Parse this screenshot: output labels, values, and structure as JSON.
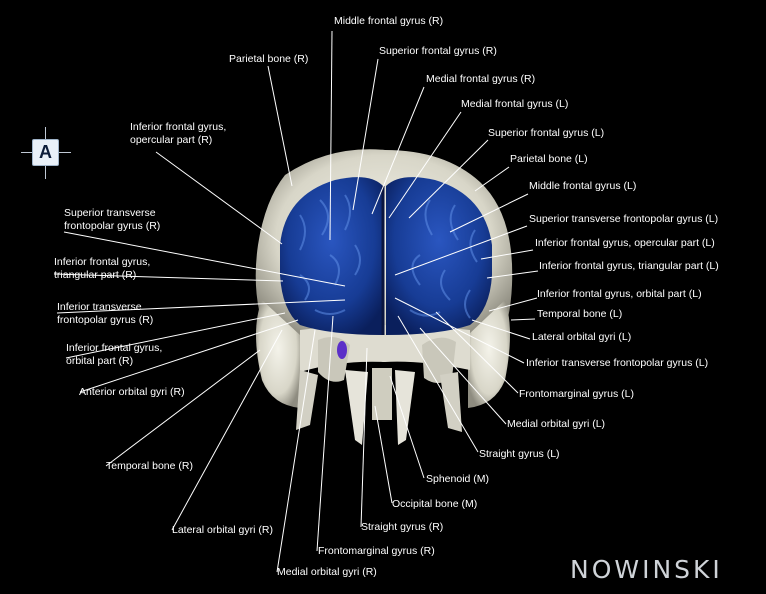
{
  "orientation": {
    "letter": "A"
  },
  "brand": {
    "name": "NOWINSKI"
  },
  "labels": {
    "middle_frontal_r": "Middle frontal gyrus (R)",
    "superior_frontal_r": "Superior frontal gyrus (R)",
    "parietal_r": "Parietal bone (R)",
    "medial_frontal_r": "Medial frontal gyrus (R)",
    "medial_frontal_l": "Medial frontal gyrus (L)",
    "inferior_frontal_opercular_r": "Inferior frontal gyrus,\nopercular part (R)",
    "superior_frontal_l": "Superior frontal gyrus (L)",
    "parietal_l": "Parietal bone (L)",
    "middle_frontal_l": "Middle frontal gyrus (L)",
    "superior_transverse_r": "Superior transverse\nfrontopolar gyrus (R)",
    "superior_transverse_l": "Superior transverse frontopolar gyrus (L)",
    "inferior_frontal_opercular_l": "Inferior frontal gyrus, opercular part (L)",
    "inferior_frontal_triangular_r": "Inferior frontal gyrus,\ntriangular part (R)",
    "inferior_frontal_triangular_l": "Inferior frontal gyrus, triangular part (L)",
    "inferior_frontal_orbital_l": "Inferior frontal gyrus, orbital part (L)",
    "inferior_transverse_r": "Inferior transverse\nfrontopolar gyrus (R)",
    "temporal_l": "Temporal bone (L)",
    "lateral_orbital_l": "Lateral orbital gyri (L)",
    "inferior_frontal_orbital_r": "Inferior frontal gyrus,\norbital part (R)",
    "inferior_transverse_l": "Inferior transverse frontopolar gyrus (L)",
    "anterior_orbital_r": "Anterior orbital gyri (R)",
    "frontomarginal_l": "Frontomarginal gyrus (L)",
    "medial_orbital_l": "Medial orbital gyri (L)",
    "straight_l": "Straight gyrus (L)",
    "temporal_r": "Temporal bone (R)",
    "sphenoid": "Sphenoid (M)",
    "occipital": "Occipital bone (M)",
    "lateral_orbital_r": "Lateral orbital gyri (R)",
    "straight_r": "Straight gyrus (R)",
    "frontomarginal_r": "Frontomarginal gyrus (R)",
    "medial_orbital_r": "Medial orbital gyri (R)"
  }
}
